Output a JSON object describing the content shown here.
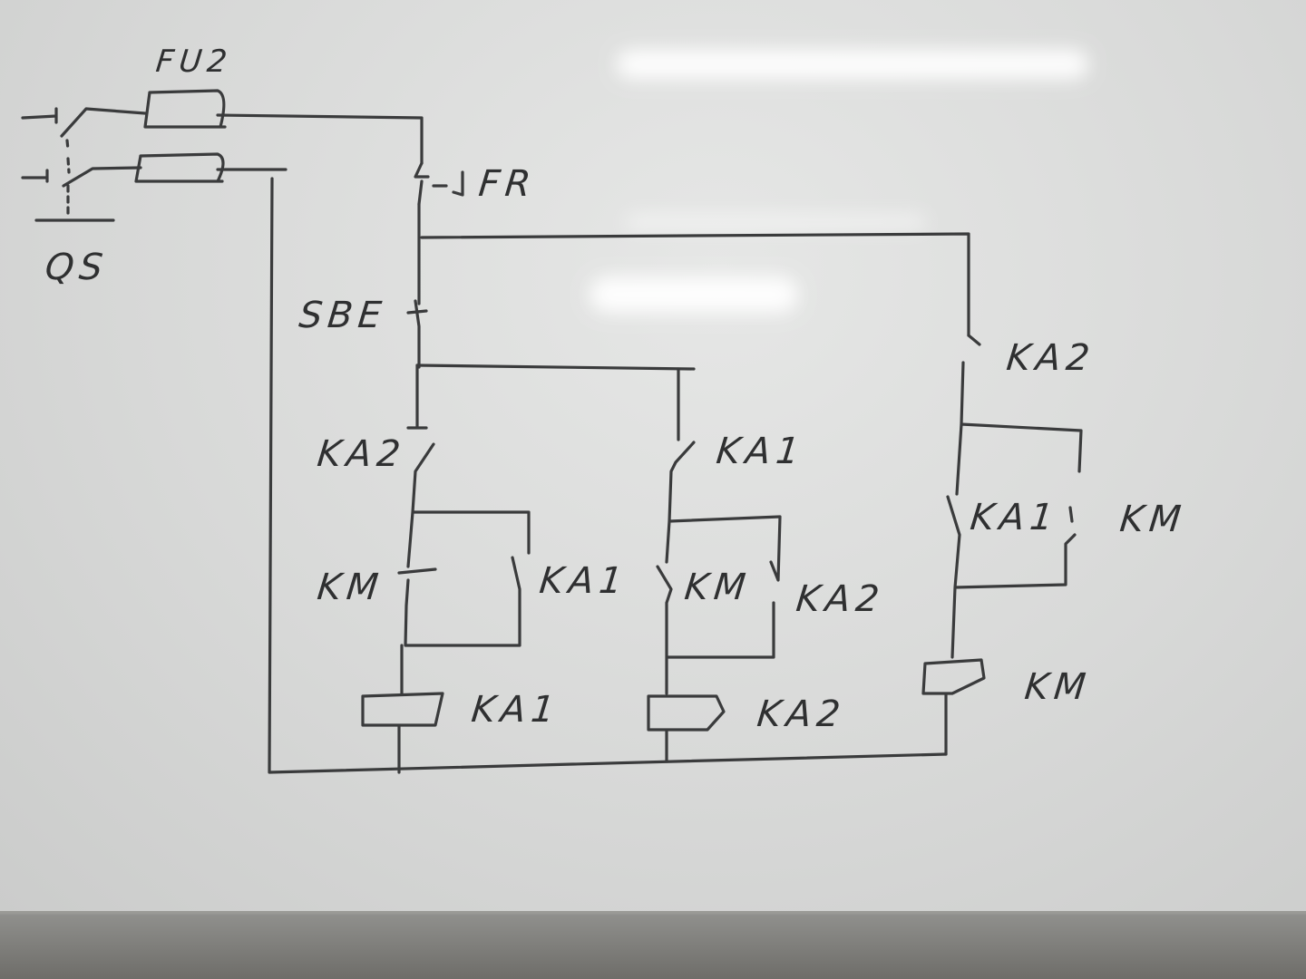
{
  "diagram": {
    "type": "relay control circuit (handwritten on whiteboard)",
    "labels": {
      "fuse": "FU2",
      "switch": "QS",
      "overload": "FR",
      "stop_button": "SBE",
      "branch1_nc": "KA2",
      "branch1_km": "KM",
      "branch1_hold": "KA1",
      "branch1_coil": "KA1",
      "branch2_nc": "KA1",
      "branch2_km": "KM",
      "branch2_hold": "KA2",
      "branch2_coil": "KA2",
      "branch3_ka2": "KA2",
      "branch3_ka1": "KA1",
      "branch3_km": "KM",
      "branch3_coil": "KM"
    }
  }
}
